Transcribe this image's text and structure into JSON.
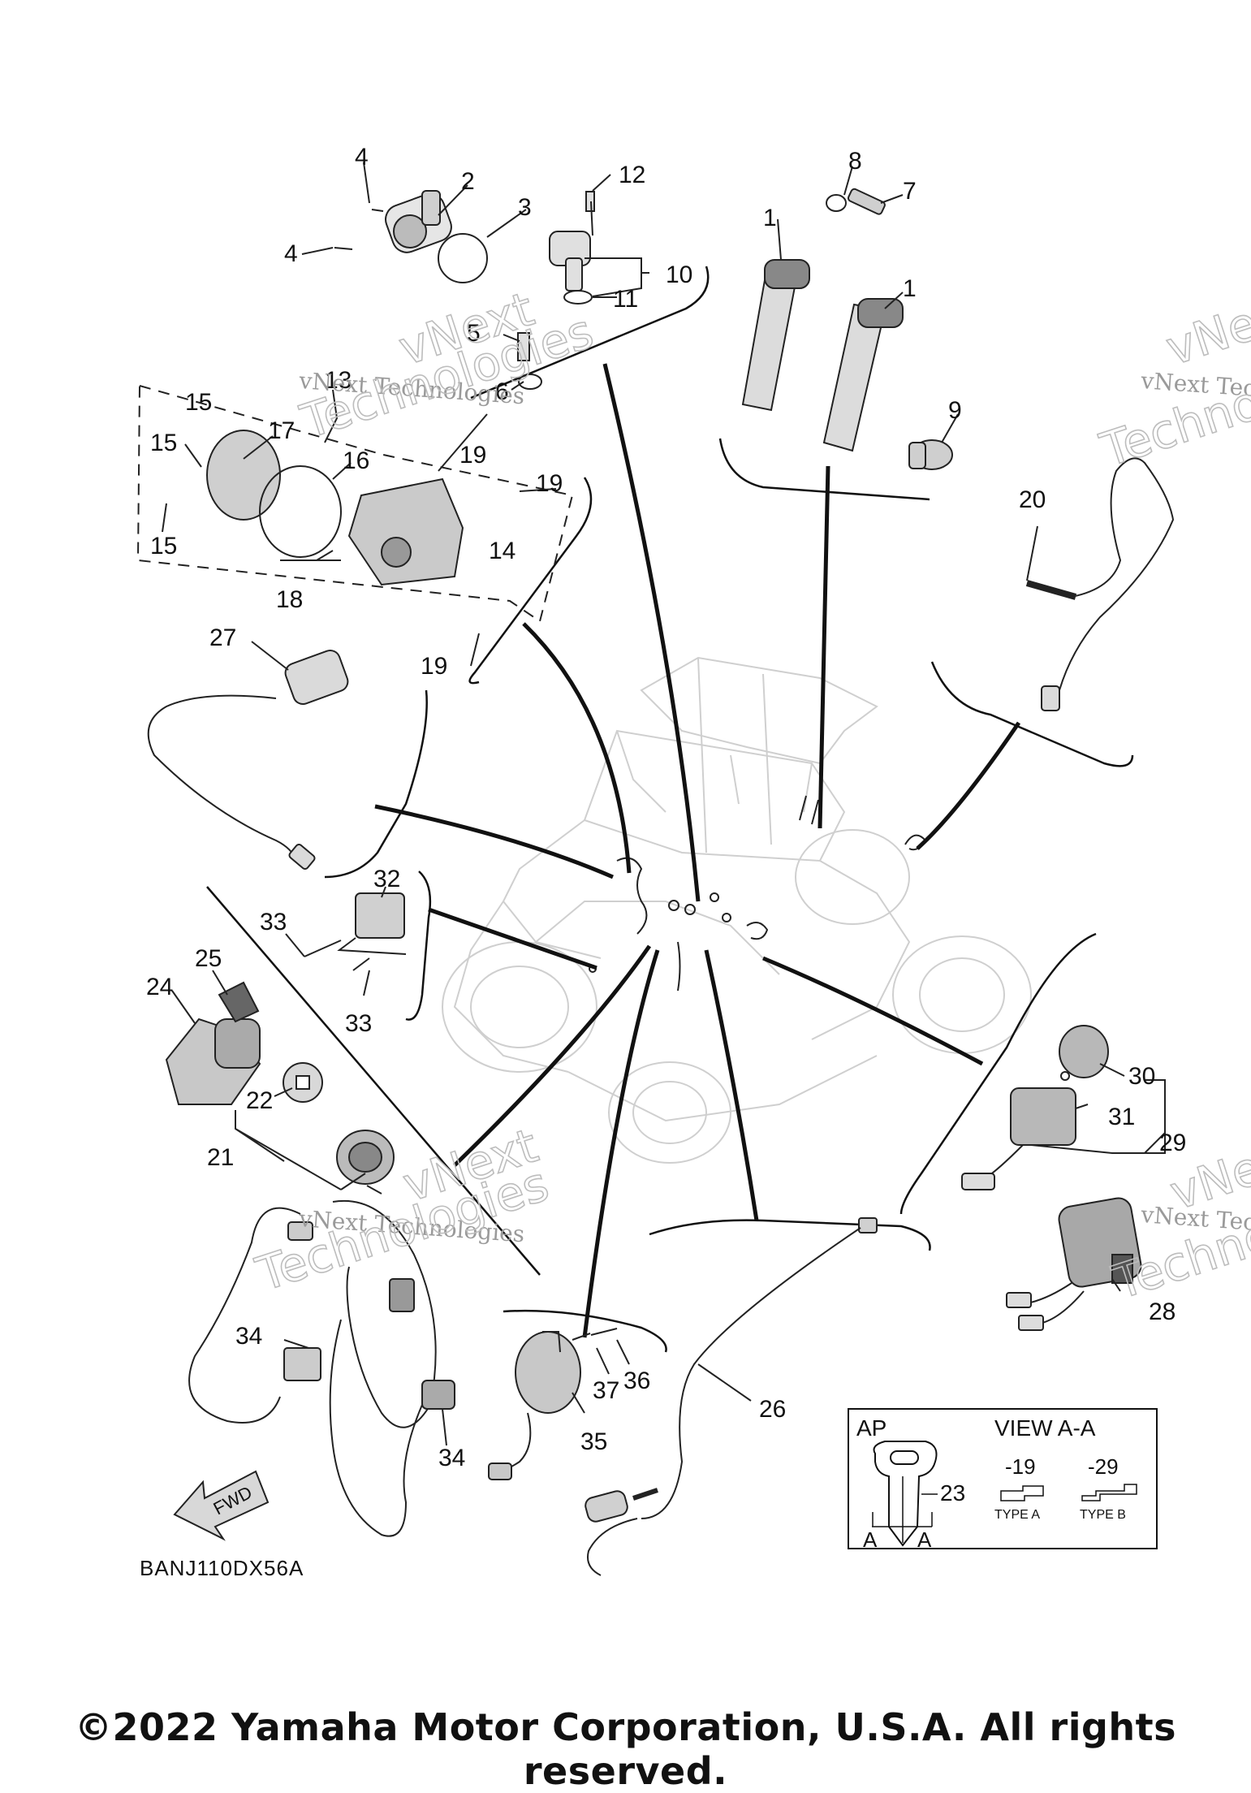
{
  "diagram": {
    "reference_code": "BANJ110DX56A",
    "copyright": "©2022 Yamaha Motor Corporation, U.S.A. All rights reserved.",
    "watermark": {
      "line1": "vNext Technologies",
      "line2_big_a": "vNext",
      "line2_big_b": "Technologies"
    },
    "fwd_label": "FWD",
    "callouts": [
      "1",
      "1",
      "2",
      "3",
      "4",
      "4",
      "5",
      "6",
      "7",
      "8",
      "9",
      "10",
      "11",
      "12",
      "13",
      "14",
      "15",
      "15",
      "15",
      "16",
      "17",
      "18",
      "19",
      "19",
      "19",
      "20",
      "21",
      "22",
      "23",
      "24",
      "25",
      "26",
      "27",
      "28",
      "29",
      "30",
      "31",
      "32",
      "33",
      "33",
      "34",
      "34",
      "35",
      "36",
      "37"
    ],
    "view_inset": {
      "label_ap": "AP",
      "title": "VIEW A-A",
      "variant_a": "-19",
      "variant_b": "-29",
      "type_a": "TYPE A",
      "type_b": "TYPE B",
      "section_mark": "A",
      "part_number": "23"
    }
  }
}
